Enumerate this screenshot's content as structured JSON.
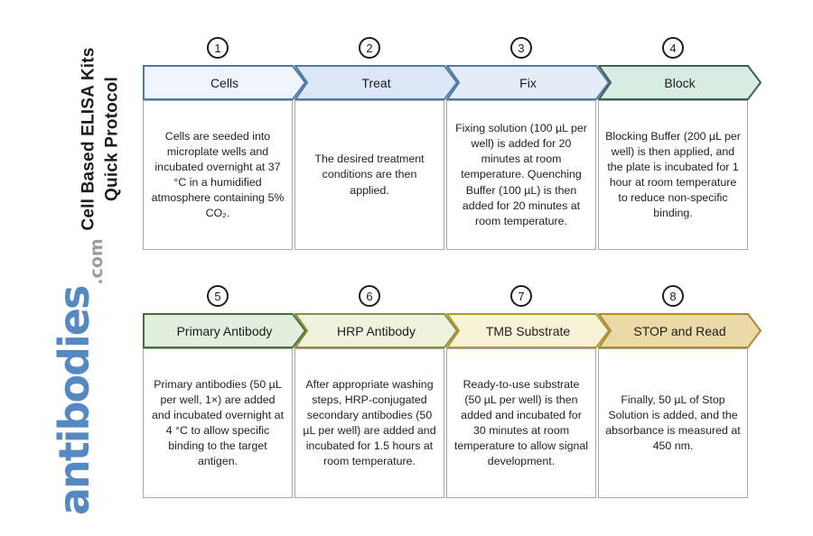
{
  "sidebar": {
    "title_line1": "Cell Based ELISA Kits",
    "title_line2": "Quick Protocol",
    "logo_text": "antibodies",
    "logo_tld": ".com",
    "logo_color": "#5688c1",
    "logo_tld_color": "#9b9b9b"
  },
  "steps": [
    {
      "number": "1",
      "label": "Cells",
      "fill": "#eef4fb",
      "stroke": "#4e7aa9",
      "description": "Cells are seeded into microplate wells and incubated overnight at 37 °C in a humidified atmosphere containing 5% CO₂."
    },
    {
      "number": "2",
      "label": "Treat",
      "fill": "#dbe7f7",
      "stroke": "#4e7aa9",
      "description": "The desired treatment conditions are then applied."
    },
    {
      "number": "3",
      "label": "Fix",
      "fill": "#e4ecf8",
      "stroke": "#4e7aa9",
      "description": "Fixing solution (100 µL per well) is added for 20 minutes at room temperature. Quenching Buffer (100 µL) is then added for 20 minutes at room temperature."
    },
    {
      "number": "4",
      "label": "Block",
      "fill": "#d9ece3",
      "stroke": "#3e6156",
      "description": "Blocking Buffer (200 µL per well) is then applied, and the plate is incubated for 1 hour at room temperature to reduce non-specific binding."
    },
    {
      "number": "5",
      "label": "Primary Antibody",
      "fill": "#e1efdc",
      "stroke": "#45703a",
      "description": "Primary antibodies (50 µL per well, 1×) are added and incubated overnight at 4 °C to allow specific binding to the target antigen."
    },
    {
      "number": "6",
      "label": "HRP Antibody",
      "fill": "#eff3dd",
      "stroke": "#8b8c40",
      "description": "After appropriate washing steps, HRP-conjugated secondary antibodies (50 µL per well) are added and incubated for 1.5 hours at room temperature."
    },
    {
      "number": "7",
      "label": "TMB Substrate",
      "fill": "#f8f3d6",
      "stroke": "#b2963f",
      "description": "Ready-to-use substrate (50 µL per well) is then added and incubated for 30 minutes at room temperature to allow signal development."
    },
    {
      "number": "8",
      "label": "STOP and Read",
      "fill": "#ecd9a8",
      "stroke": "#ac8b34",
      "description": "Finally, 50 µL of Stop Solution is added, and the absorbance is measured at 450 nm."
    }
  ]
}
